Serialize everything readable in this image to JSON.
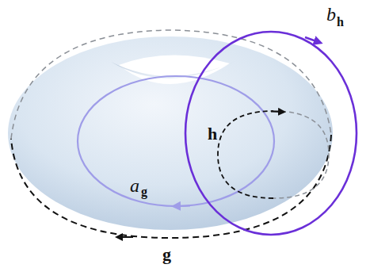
{
  "diagram": {
    "labels": [
      "b",
      "h",
      "a",
      "g",
      "h",
      "g"
    ]
  }
}
